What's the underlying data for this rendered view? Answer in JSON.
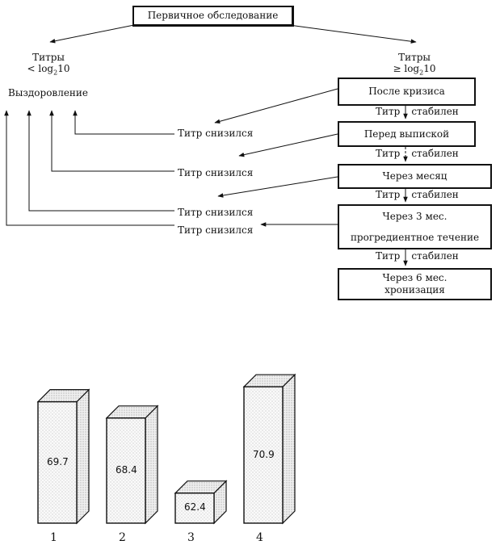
{
  "flow": {
    "root": "Первичное обследование",
    "left_branch": {
      "line1": "Титры",
      "line2_prefix": "< log",
      "line2_sub": "2",
      "line2_suffix": "10"
    },
    "right_branch": {
      "line1": "Титры",
      "line2_prefix": "≥ log",
      "line2_sub": "2",
      "line2_suffix": "10"
    },
    "recovery": "Выздоровление",
    "steps": [
      {
        "lines": [
          "После кризиса"
        ]
      },
      {
        "lines": [
          "Перед выпиской"
        ]
      },
      {
        "lines": [
          "Через месяц"
        ]
      },
      {
        "lines": [
          "Через 3 мес.",
          "прогредиентное течение"
        ]
      },
      {
        "lines": [
          "Через 6 мес.",
          "хронизация"
        ]
      }
    ],
    "stable_word1": "Титр",
    "stable_word2": "стабилен",
    "decreased": "Титр снизился"
  },
  "chart_data": {
    "type": "bar",
    "categories": [
      "1",
      "2",
      "3",
      "4"
    ],
    "values": [
      69.7,
      68.4,
      62.4,
      70.9
    ],
    "title": "",
    "xlabel": "",
    "ylabel": "",
    "style": "3d-box"
  }
}
